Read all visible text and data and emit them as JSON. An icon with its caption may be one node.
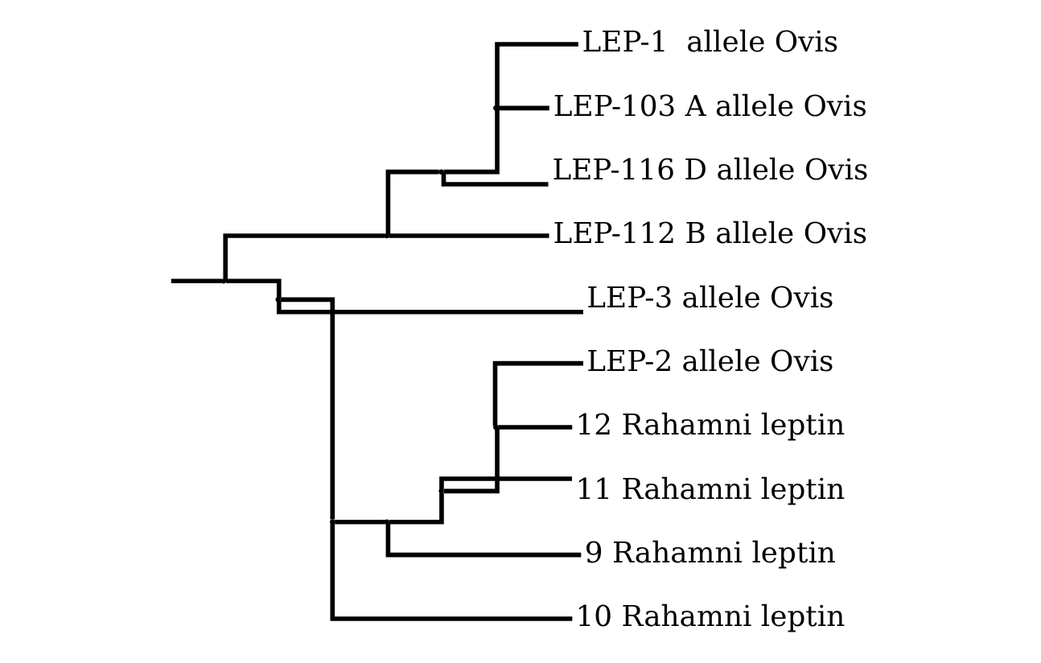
{
  "diagram": {
    "nodes": [
      {
        "text": [],
        "shape": "point"
      },
      {
        "text": [],
        "shape": "point"
      },
      {
        "text": [],
        "shape": "point"
      },
      {
        "text": [],
        "shape": "point"
      },
      {
        "text": [],
        "shape": "point"
      },
      {
        "text": [
          "LEP-1  allele Ovis"
        ]
      },
      {
        "text": [
          "LEP-103 A allele Ovis"
        ]
      },
      {
        "text": [
          "LEP-116 D allele Ovis"
        ]
      },
      {
        "text": [
          "LEP-112 B allele Ovis"
        ]
      },
      {
        "text": [
          "LEP-3 allele Ovis"
        ]
      },
      {
        "text": [],
        "shape": "point"
      },
      {
        "text": [],
        "shape": "point"
      },
      {
        "text": [],
        "shape": "point"
      },
      {
        "text": [],
        "shape": "point"
      },
      {
        "text": [
          "LEP-2 allele Ovis"
        ]
      },
      {
        "text": [
          "12 Rahamni leptin"
        ]
      },
      {
        "text": [
          "11 Rahamni leptin"
        ]
      },
      {
        "text": [
          "9 Rahamni leptin"
        ]
      },
      {
        "text": [
          "10 Rahamni leptin"
        ]
      }
    ],
    "edges": [
      {
        "from": null,
        "to": 0,
        "arrow": "none"
      },
      {
        "from": 0,
        "to": 1,
        "arrow": "none"
      },
      {
        "from": 0,
        "to": 2,
        "arrow": "none"
      },
      {
        "from": 1,
        "to": 3,
        "arrow": "none"
      },
      {
        "from": 1,
        "to": 8,
        "arrow": "none"
      },
      {
        "from": 3,
        "to": 4,
        "arrow": "none"
      },
      {
        "from": 3,
        "to": 7,
        "arrow": "none"
      },
      {
        "from": 4,
        "to": 5,
        "arrow": "none"
      },
      {
        "from": 4,
        "to": 6,
        "arrow": "none"
      },
      {
        "from": 2,
        "to": 9,
        "arrow": "none"
      },
      {
        "from": 2,
        "to": 10,
        "arrow": "none"
      },
      {
        "from": 10,
        "to": 11,
        "arrow": "none"
      },
      {
        "from": 10,
        "to": 18,
        "arrow": "none"
      },
      {
        "from": 11,
        "to": 12,
        "arrow": "none"
      },
      {
        "from": 11,
        "to": 17,
        "arrow": "none"
      },
      {
        "from": 12,
        "to": 13,
        "arrow": "none"
      },
      {
        "from": 12,
        "to": 16,
        "arrow": "none"
      },
      {
        "from": 13,
        "to": 14,
        "arrow": "none"
      },
      {
        "from": 13,
        "to": 15,
        "arrow": "none"
      }
    ]
  }
}
